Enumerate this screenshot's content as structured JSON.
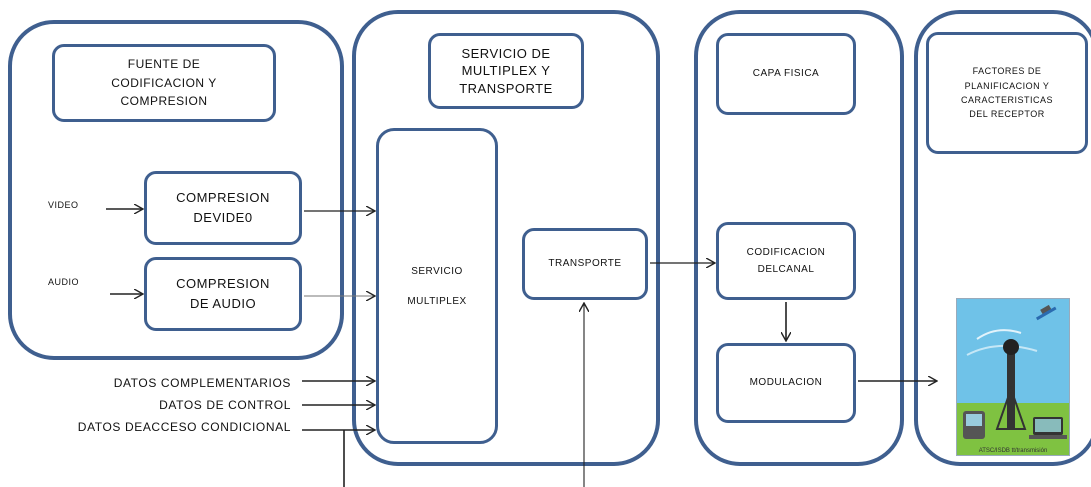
{
  "boxes": {
    "fuente": "FUENTE DE\nCODIFICACION Y\nCOMPRESION",
    "comp_video": "COMPRESION\nDEVIDE0",
    "comp_audio": "COMPRESION\nDE AUDIO",
    "servicio_multiplex_transporte": "SERVICIO DE\nMULTIPLEX Y\nTRANSPORTE",
    "servicio_multiplex": "SERVICIO\n\nMULTIPLEX",
    "transporte": "TRANSPORTE",
    "capa_fisica": "CAPA FISICA",
    "codificacion_canal": "CODIFICACION\nDELCANAL",
    "modulacion": "MODULACION",
    "factores": "FACTORES DE\nPLANIFICACION Y\nCARACTERISTICAS\nDEL RECEPTOR"
  },
  "inputs": {
    "video": "VIDEO",
    "audio": "AUDIO",
    "datos_complementarios": "DATOS COMPLEMENTARIOS",
    "datos_control": "DATOS DE CONTROL",
    "datos_acceso": "DATOS DEACCESO CONDICIONAL"
  },
  "image": {
    "icon": "antenna-devices-illustration",
    "caption": "ATSC/ISDB tt/transmisión"
  },
  "colors": {
    "border": "#3f5f8f",
    "arrow": "#222222",
    "sky": "#6fc2e8",
    "grass": "#7fc241"
  }
}
